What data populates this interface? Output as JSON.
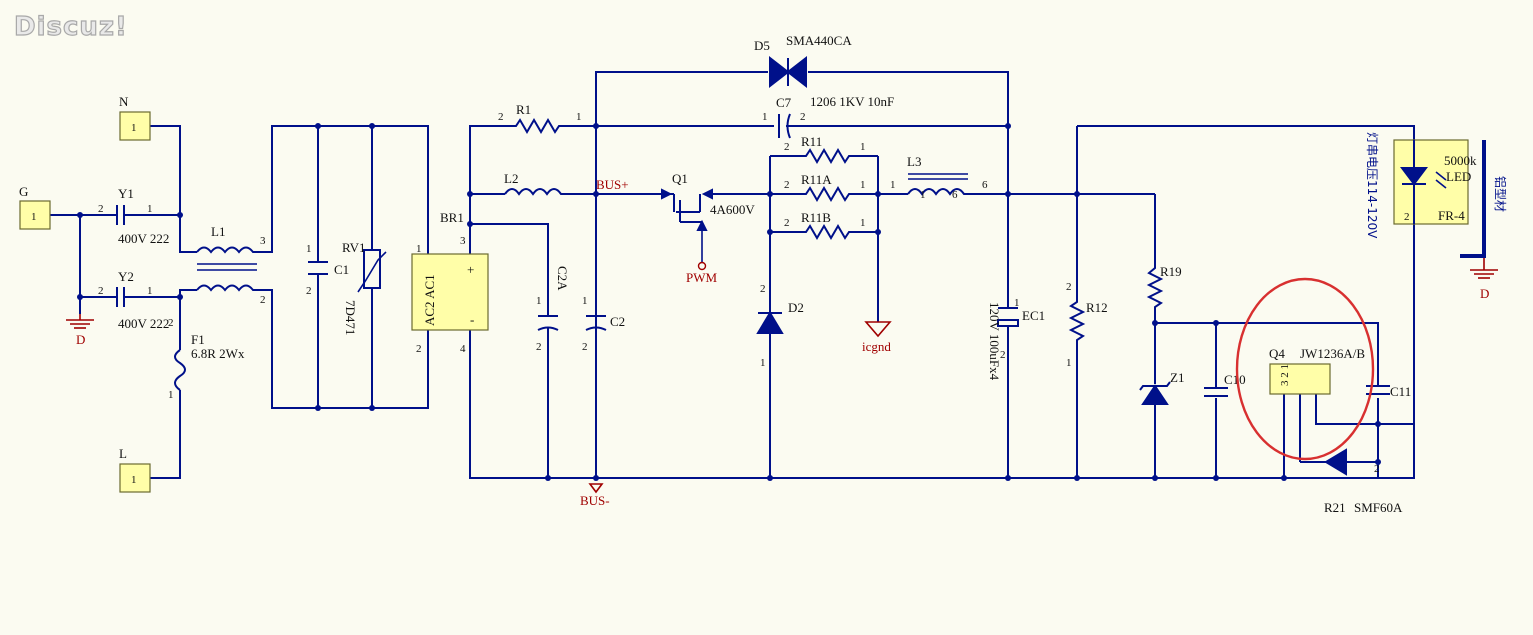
{
  "watermark": "Discuz!",
  "ports": {
    "N": {
      "label": "N",
      "pin": "1"
    },
    "L": {
      "label": "L",
      "pin": "1"
    },
    "G": {
      "label": "G",
      "pin": "1"
    }
  },
  "components": {
    "Y1": {
      "ref": "Y1",
      "value": "400V 222",
      "pin1": "1",
      "pin2": "2"
    },
    "Y2": {
      "ref": "Y2",
      "value": "400V 222",
      "pin1": "1",
      "pin2": "2"
    },
    "L1": {
      "ref": "L1",
      "pin2": "2",
      "pin3": "3"
    },
    "F1": {
      "ref": "F1",
      "value": "6.8R 2Wx",
      "pin1": "1",
      "pin2": "2"
    },
    "C1": {
      "ref": "C1",
      "pin1": "1",
      "pin2": "2"
    },
    "RV1": {
      "ref": "RV1",
      "value": "7D471"
    },
    "BR1": {
      "ref": "BR1",
      "body": "AC2 AC1",
      "plus": "+",
      "minus": "-",
      "pin1": "1",
      "pin2": "2",
      "pin3": "3",
      "pin4": "4"
    },
    "C2A": {
      "ref": "C2A",
      "pin1": "1",
      "pin2": "2"
    },
    "C2": {
      "ref": "C2",
      "pin1": "1",
      "pin2": "2"
    },
    "R1": {
      "ref": "R1",
      "pin1": "1",
      "pin2": "2"
    },
    "L2": {
      "ref": "L2"
    },
    "D5": {
      "ref": "D5",
      "value": "SMA440CA"
    },
    "C7": {
      "ref": "C7",
      "value": "1206 1KV 10nF",
      "pin1": "1",
      "pin2": "2"
    },
    "Q1": {
      "ref": "Q1",
      "value": "4A600V"
    },
    "R11": {
      "ref": "R11",
      "pin1": "1",
      "pin2": "2"
    },
    "R11A": {
      "ref": "R11A",
      "pin1": "1",
      "pin2": "2"
    },
    "R11B": {
      "ref": "R11B",
      "pin1": "1",
      "pin2": "2"
    },
    "D2": {
      "ref": "D2",
      "pin1": "1",
      "pin2": "2"
    },
    "L3": {
      "ref": "L3",
      "pin1": "1",
      "pin6": "6"
    },
    "EC1": {
      "ref": "EC1",
      "value": "120V 100uFx4",
      "pin1": "1",
      "pin2": "2"
    },
    "R12": {
      "ref": "R12",
      "pin1": "1",
      "pin2": "2"
    },
    "R19": {
      "ref": "R19"
    },
    "Z1": {
      "ref": "Z1"
    },
    "C10": {
      "ref": "C10"
    },
    "Q4": {
      "ref": "Q4",
      "value": "JW1236A/B",
      "pins": "3 2 1"
    },
    "C11": {
      "ref": "C11"
    },
    "R21": {
      "ref": "R21",
      "value": "SMF60A",
      "pin2": "2"
    },
    "LED": {
      "value": "5000k",
      "name": "LED",
      "pin2": "2",
      "board": "FR-4"
    }
  },
  "nets": {
    "bus_plus": "BUS+",
    "bus_minus": "BUS-",
    "pwm": "PWM",
    "icgnd": "icgnd",
    "ground": "D"
  },
  "notes": {
    "lamp_voltage": "灯串电压114-120V",
    "aluminum": "铝型材"
  },
  "colors": {
    "wire": "#00108a",
    "ground_symbol": "#a00000",
    "part_fill": "#fffea8",
    "highlight_circle": "#d83030"
  }
}
